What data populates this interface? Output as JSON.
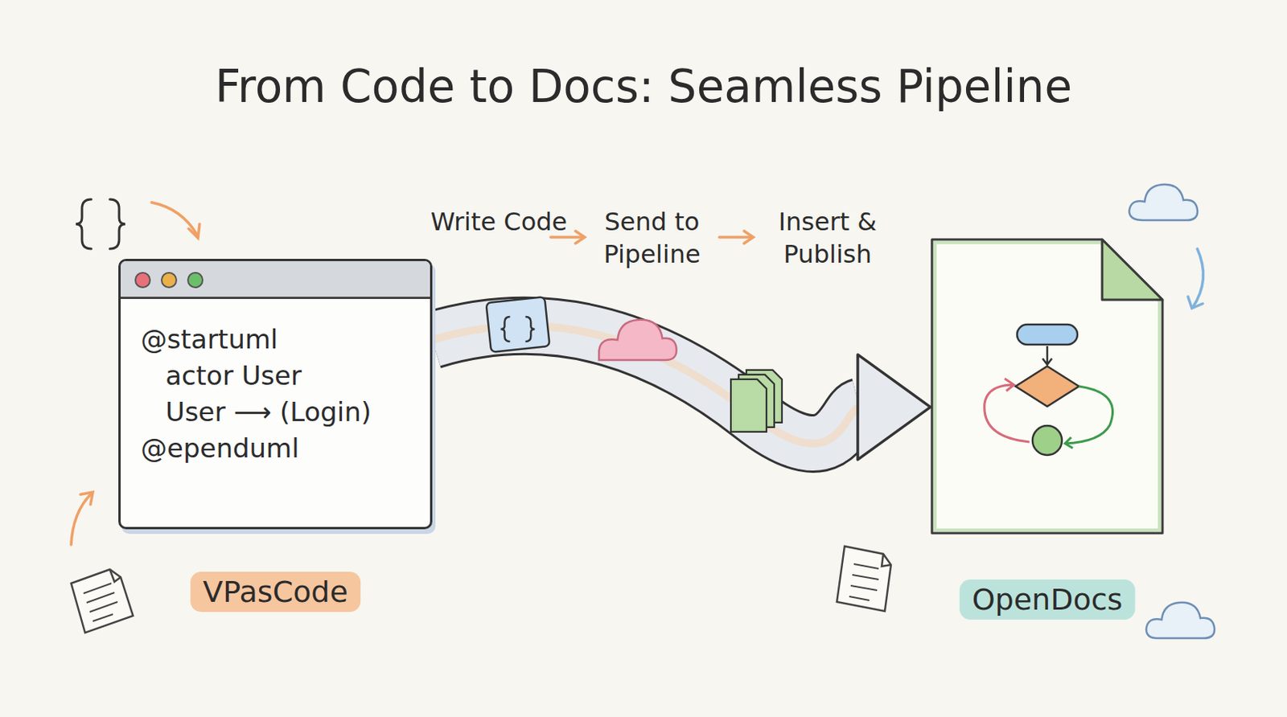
{
  "diagram": {
    "title": "From Code to Docs: Seamless Pipeline",
    "nodes": [
      {
        "text": [
          "@startuml",
          "actor User",
          "User ⟶ (Login)",
          "@ependuml",
          "VPasCode"
        ]
      },
      {
        "text": [
          "OpenDocs"
        ]
      }
    ],
    "edges": [
      {
        "from": 0,
        "to": 1,
        "arrow": "to"
      }
    ],
    "labels": [
      "Write Code",
      "Send to Pipeline",
      "Insert & Publish"
    ]
  }
}
